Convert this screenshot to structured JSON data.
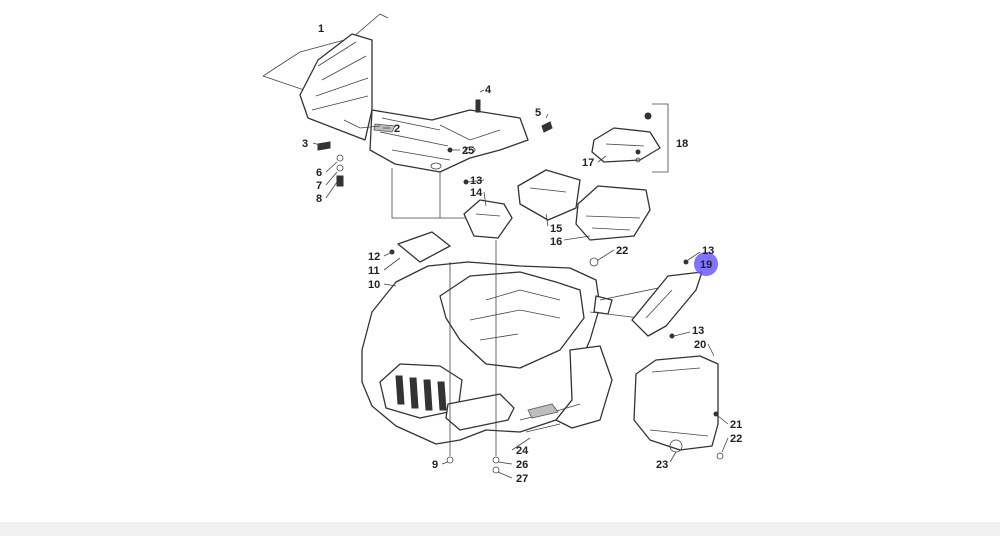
{
  "diagram": {
    "highlight_color": "#6a5cff",
    "callouts": [
      {
        "id": "c1",
        "text": "1"
      },
      {
        "id": "c2",
        "text": "2"
      },
      {
        "id": "c3",
        "text": "3"
      },
      {
        "id": "c4",
        "text": "4"
      },
      {
        "id": "c5",
        "text": "5"
      },
      {
        "id": "c6",
        "text": "6"
      },
      {
        "id": "c7",
        "text": "7"
      },
      {
        "id": "c8",
        "text": "8"
      },
      {
        "id": "c25",
        "text": "25"
      },
      {
        "id": "c13a",
        "text": "13"
      },
      {
        "id": "c14",
        "text": "14"
      },
      {
        "id": "c15",
        "text": "15"
      },
      {
        "id": "c16",
        "text": "16"
      },
      {
        "id": "c17",
        "text": "17"
      },
      {
        "id": "c18",
        "text": "18"
      },
      {
        "id": "c22a",
        "text": "22"
      },
      {
        "id": "c13b",
        "text": "13"
      },
      {
        "id": "c19",
        "text": "19"
      },
      {
        "id": "c12",
        "text": "12"
      },
      {
        "id": "c11",
        "text": "11"
      },
      {
        "id": "c10",
        "text": "10"
      },
      {
        "id": "c13c",
        "text": "13"
      },
      {
        "id": "c20",
        "text": "20"
      },
      {
        "id": "c21",
        "text": "21"
      },
      {
        "id": "c22b",
        "text": "22"
      },
      {
        "id": "c23",
        "text": "23"
      },
      {
        "id": "c9",
        "text": "9"
      },
      {
        "id": "c24",
        "text": "24"
      },
      {
        "id": "c26",
        "text": "26"
      },
      {
        "id": "c27",
        "text": "27"
      }
    ]
  }
}
